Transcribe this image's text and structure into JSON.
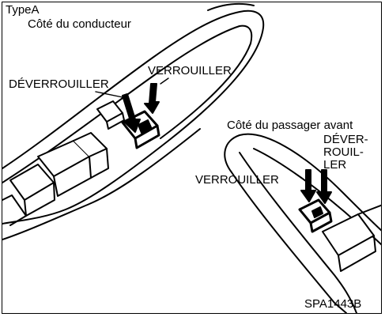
{
  "figure": {
    "type_label": "TypeA",
    "driver_side_title": "Côté du conducteur",
    "passenger_side_title": "Côté du passager avant",
    "driver_lock_label": "VERROUILLER",
    "driver_unlock_label": "DÉVERROUILLER",
    "passenger_lock_label": "VERROUILLER",
    "passenger_unlock_lines": [
      "DÉVER-",
      "ROUIL-",
      "LER"
    ],
    "reference_code": "SPA1443B"
  },
  "colors": {
    "line": "#000000",
    "background": "#ffffff"
  }
}
